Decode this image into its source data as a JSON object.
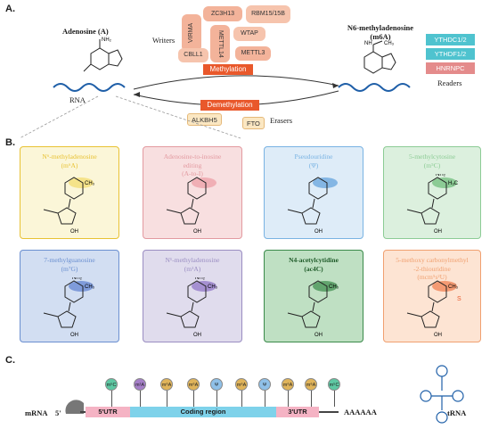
{
  "sections": {
    "a": "A.",
    "b": "B.",
    "c": "C."
  },
  "panel_a": {
    "adenosine_label": "Adenosine (A)",
    "m6a_label_line1": "N6-methyladenosine",
    "m6a_label_line2": "(m6A)",
    "writers_label": "Writers",
    "writers": [
      "ZC3H13",
      "RBM15/15B",
      "VIRMA",
      "METTL14",
      "WTAP",
      "CBLL1",
      "METTL3"
    ],
    "methylation_label": "Methylation",
    "demethylation_label": "Demethylation",
    "erasers": [
      "ALKBH5",
      "FTO"
    ],
    "erasers_label": "Erasers",
    "readers": [
      "YTHDC1/2",
      "YTHDF1/2",
      "HNRNPC"
    ],
    "readers_label": "Readers",
    "rna_label": "RNA",
    "nh2": "NH₂",
    "nh": "NH",
    "ch3": "CH₃",
    "colors": {
      "methylation": "#e9582b",
      "reader_teal": "#4fc3cf",
      "reader_pink": "#e48b8b",
      "rna_blue": "#1f5fa8"
    }
  },
  "panel_b": {
    "cards": [
      {
        "title_l1": "N⁶-methyladenosine",
        "title_l2": "(m⁶A)",
        "color": "#e8c233",
        "bg": "#fbf6d8",
        "highlight": "#f2dc6a",
        "mod": "CH₃"
      },
      {
        "title_l1": "Adenosine-to-inosine",
        "title_l2": "editing",
        "title_l3": "(A-to-I)",
        "color": "#e39aa0",
        "bg": "#f8dfe0",
        "highlight": "#ed9aa3"
      },
      {
        "title_l1": "Pseudouridine",
        "title_l2": "(Ψ)",
        "color": "#79b3e3",
        "bg": "#deecf8",
        "highlight": "#5ea0dc"
      },
      {
        "title_l1": "5-methylcytosine",
        "title_l2": "(m⁵C)",
        "color": "#8ccc95",
        "bg": "#dcf0de",
        "highlight": "#6abb76",
        "mod": "H₃C",
        "nh2": "NH₂"
      },
      {
        "title_l1": "7-methylguanosine",
        "title_l2": "(m⁷G)",
        "color": "#6a8fd0",
        "bg": "#d2def2",
        "highlight": "#5b7fd0",
        "mod": "CH₃",
        "nh2": "NH₂"
      },
      {
        "title_l1": "N¹-methyladenosine",
        "title_l2": "(m¹A)",
        "color": "#9a8dc2",
        "bg": "#e0dced",
        "highlight": "#8b6fc5",
        "mod": "CH₃",
        "nh2": "NH₂"
      },
      {
        "title_l1": "N4-acetylcytidine",
        "title_l2": "(ac4C)",
        "color": "#3a8a4a",
        "bg": "#bfe0c3",
        "highlight": "#3a8a4a",
        "mod": "CH₃"
      },
      {
        "title_l1": "5-methoxy carbonylmethyl",
        "title_l2": "-2-thiouridine",
        "title_l3": "(mcm⁵s²U)",
        "color": "#f0a070",
        "bg": "#fde4d3",
        "highlight": "#f07a4a",
        "mod": "CH₃",
        "s": "S"
      }
    ],
    "oh": "OH"
  },
  "panel_c": {
    "mrna_label": "mRNA",
    "five_prime": "5'",
    "utr5": "5'UTR",
    "coding": "Coding region",
    "utr3": "3'UTR",
    "polya": "AAAAAA",
    "trna_label": "tRNA",
    "badges": [
      {
        "text": "m⁵C",
        "color": "#5ec8a3"
      },
      {
        "text": "m¹A",
        "color": "#a57fc8"
      },
      {
        "text": "m⁶A",
        "color": "#e0b45a"
      },
      {
        "text": "m⁶A",
        "color": "#e0b45a"
      },
      {
        "text": "Ψ",
        "color": "#8fc0e8"
      },
      {
        "text": "m⁶A",
        "color": "#e0b45a"
      },
      {
        "text": "Ψ",
        "color": "#8fc0e8"
      },
      {
        "text": "m⁶A",
        "color": "#e0b45a"
      },
      {
        "text": "m⁶A",
        "color": "#e0b45a"
      },
      {
        "text": "m⁵C",
        "color": "#5ec8a3"
      }
    ]
  }
}
